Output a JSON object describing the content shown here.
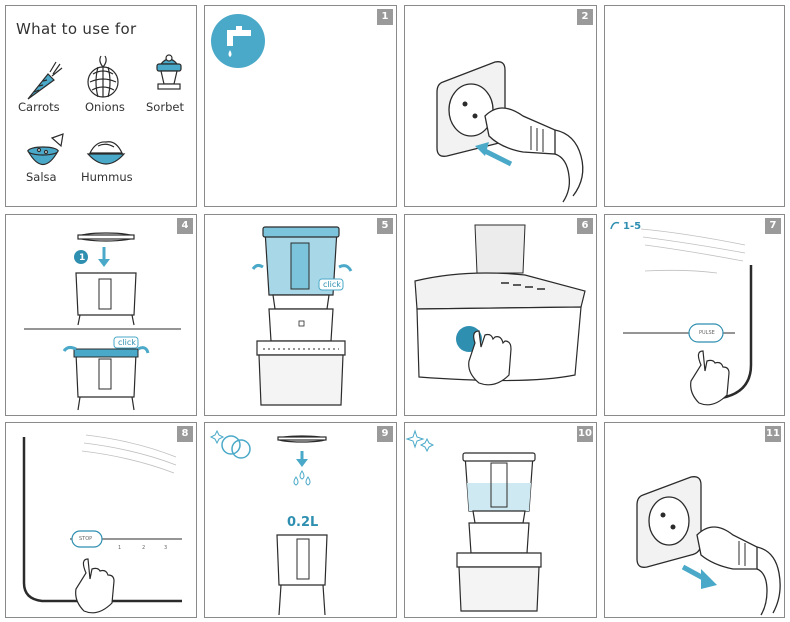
{
  "panel_0": {
    "title": "What to use for",
    "foods": [
      "Carrots",
      "Onions",
      "Sorbet",
      "Salsa",
      "Hummus"
    ],
    "icons": [
      "carrot-icon",
      "onion-icon",
      "sorbet-icon",
      "salsa-icon",
      "hummus-icon"
    ]
  },
  "panel_1": {
    "number": "1",
    "icon": "water-tap-icon"
  },
  "panel_2": {
    "number": "2"
  },
  "panel_3": {
    "number": ""
  },
  "panel_4": {
    "number": "4",
    "step_marker": "1",
    "click_text": "click"
  },
  "panel_5": {
    "number": "5",
    "click_text": "click"
  },
  "panel_6": {
    "number": "6"
  },
  "panel_7": {
    "number": "7",
    "speed_range": "1-5",
    "button_text": "PULSE"
  },
  "panel_8": {
    "number": "8",
    "button_text": "STOP",
    "speeds": [
      "1",
      "2",
      "3"
    ]
  },
  "panel_9": {
    "number": "9",
    "amount": "0.2L"
  },
  "panel_10": {
    "number": "10"
  },
  "panel_11": {
    "number": "11"
  },
  "colors": {
    "accent": "#4aa9c8",
    "accent_dark": "#2f8fb0",
    "line": "#2b2b2b",
    "badge": "#9a9a9a"
  }
}
